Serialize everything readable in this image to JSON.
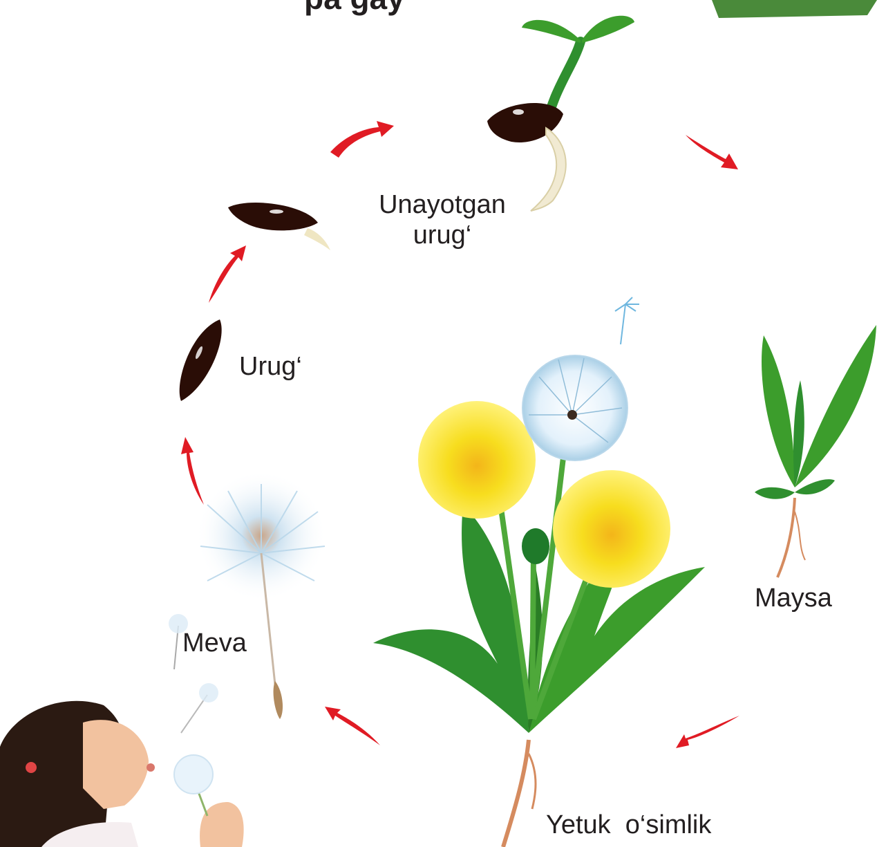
{
  "title_fragment": "pa  gay",
  "stages": {
    "germinating_seed": [
      "Unayotgan",
      "urug‘"
    ],
    "seed": "Urug‘",
    "fruit": "Meva",
    "seedling": "Maysa",
    "mature_plant": "Yetuk  o‘simlik"
  },
  "colors": {
    "arrow": "#e01b24",
    "leaf": "#2e8b2e",
    "flower": "#f7dd1e",
    "seed": "#2a0d06",
    "pappus": "#a9cfe6"
  }
}
